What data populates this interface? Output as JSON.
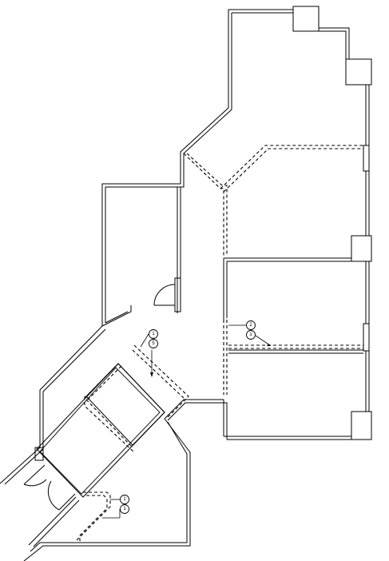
{
  "legend_tags": [
    {
      "id": "tag-a1",
      "text": "1"
    },
    {
      "id": "tag-a2",
      "text": "5"
    },
    {
      "id": "tag-b1",
      "text": "2"
    },
    {
      "id": "tag-b2",
      "text": "1"
    },
    {
      "id": "tag-c1",
      "text": "1"
    },
    {
      "id": "tag-c2",
      "text": "1"
    }
  ]
}
